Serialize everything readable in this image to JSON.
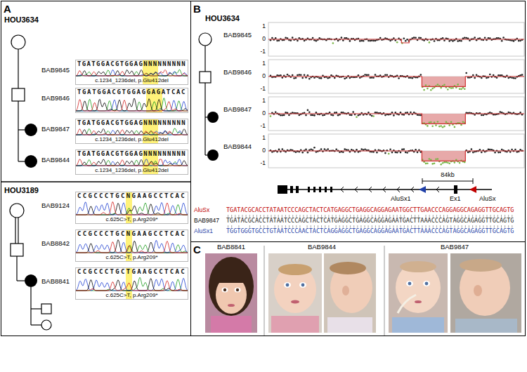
{
  "diagram": {
    "nodes": [
      {
        "text": [
          "A"
        ]
      },
      {
        "text": [
          "TGATGGACGTGGAGNNNNNNNNN",
          "c.1234_1236del, p.Glu412del"
        ],
        "in": 0
      },
      {
        "text": [
          "TGATGGACGTGGAGGAGATCAC"
        ],
        "in": 0
      },
      {
        "text": [
          "TGATGGACGTGGAGNNNNNNNNN",
          "c.1234_1236del, p.Glu412del"
        ],
        "in": 0
      },
      {
        "text": [
          "TGATGGACGTGGAGNNNNNNNNN",
          "c.1234_1236del, p.Glu412del"
        ],
        "in": 0
      },
      {
        "text": [
          "CCGCCCTGCNGAAGCCTCAC",
          "c.625C>T, p.Arg209*"
        ],
        "in": 0
      },
      {
        "text": [
          "CCGCCCTGCNGAAGCCTCAC",
          "c.625C>T, p.Arg209*"
        ],
        "in": 0
      },
      {
        "text": [
          "CCGCCCTGCTGAAGCCTCAC",
          "c.625C>T, p.Arg209*"
        ],
        "in": 0
      },
      {
        "text": [
          "B"
        ]
      },
      {
        "text": [
          "C"
        ]
      }
    ],
    "labels": [
      "HOU3634",
      "BAB9845",
      "BAB9846",
      "BAB9847",
      "BAB9844",
      "HOU3189",
      "BAB9124",
      "BAB8842",
      "BAB8841",
      "HOU3634",
      "BAB9845",
      "BAB9846",
      "BAB9847",
      "BAB9844",
      "1",
      "0",
      "-1",
      "1",
      "0",
      "-1",
      "1",
      "0",
      "-1",
      "1",
      "0",
      "-1",
      "84kb",
      "AluSx1",
      "Ex1",
      "AluSx",
      "AluSx",
      "TGATACGCACCTATAATCCCAGCTACTCATGAGGCTGAGGCAGGAGAATGGCTTGAACCCAGGAGGCAGAGGTTGCAGTG",
      "BAB9847",
      "TGATACGCACCTATAATCCCAGCTACTCATGAGGCTGAGGCAGGAGAATGACTTAAACCCAGTAGGCAGAGGTTGCAGTG",
      "AluSx1",
      "TGGTGGGTGCCTGTAATCCCAACTACTCAGGAGGCTGAGGCAGGAGAATGACTTAAACCCAGTAGGCAGAGGTTGCAGTG",
      "BAB8841",
      "BAB9844",
      "BAB9847"
    ]
  }
}
